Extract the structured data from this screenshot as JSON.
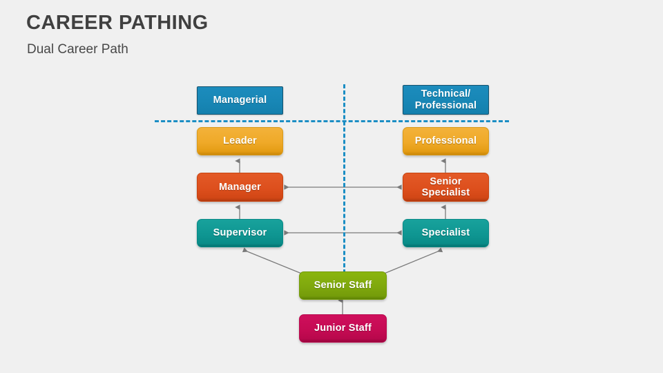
{
  "slide": {
    "title": "CAREER PATHING",
    "subtitle": "Dual Career Path",
    "background_color": "#f0f0f0"
  },
  "colors": {
    "header_blue": "#1887b6",
    "header_border": "#13526e",
    "amber": "#efa928",
    "orange": "#dd4f1d",
    "teal": "#0f9692",
    "green": "#7fa80d",
    "crimson": "#c50b53",
    "divider_blue": "#1b8ec4",
    "connector_gray": "#808080",
    "title_text": "#404040"
  },
  "diagram": {
    "columns": [
      {
        "id": "managerial",
        "header_label": "Managerial"
      },
      {
        "id": "technical-professional",
        "header_label": "Technical/\nProfessional"
      }
    ],
    "headers": [
      {
        "id": "managerial",
        "label": "Managerial",
        "color": "#1887b6"
      },
      {
        "id": "technical-professional",
        "label_line1": "Technical/",
        "label_line2": "Professional",
        "color": "#1887b6"
      }
    ],
    "nodes": [
      {
        "id": "leader",
        "label": "Leader",
        "column": "managerial",
        "level": 4,
        "color": "#efa928"
      },
      {
        "id": "manager",
        "label": "Manager",
        "column": "managerial",
        "level": 3,
        "color": "#dd4f1d"
      },
      {
        "id": "supervisor",
        "label": "Supervisor",
        "column": "managerial",
        "level": 2,
        "color": "#0f9692"
      },
      {
        "id": "professional",
        "label": "Professional",
        "column": "technical-professional",
        "level": 4,
        "color": "#efa928"
      },
      {
        "id": "senior-specialist",
        "label_line1": "Senior",
        "label_line2": "Specialist",
        "column": "technical-professional",
        "level": 3,
        "color": "#dd4f1d"
      },
      {
        "id": "specialist",
        "label": "Specialist",
        "column": "technical-professional",
        "level": 2,
        "color": "#0f9692"
      },
      {
        "id": "senior-staff",
        "label": "Senior Staff",
        "column": "shared",
        "level": 1,
        "color": "#7fa80d"
      },
      {
        "id": "junior-staff",
        "label": "Junior Staff",
        "column": "shared",
        "level": 0,
        "color": "#c50b53"
      }
    ],
    "connectors": [
      {
        "from": "manager",
        "to": "leader",
        "type": "single-arrow-up"
      },
      {
        "from": "supervisor",
        "to": "manager",
        "type": "single-arrow-up"
      },
      {
        "from": "senior-specialist",
        "to": "professional",
        "type": "single-arrow-up"
      },
      {
        "from": "specialist",
        "to": "senior-specialist",
        "type": "single-arrow-up"
      },
      {
        "from": "manager",
        "to": "senior-specialist",
        "type": "double-arrow-horizontal"
      },
      {
        "from": "supervisor",
        "to": "specialist",
        "type": "double-arrow-horizontal"
      },
      {
        "from": "senior-staff",
        "to": "supervisor",
        "type": "single-arrow-diagonal"
      },
      {
        "from": "senior-staff",
        "to": "specialist",
        "type": "single-arrow-diagonal"
      },
      {
        "from": "junior-staff",
        "to": "senior-staff",
        "type": "single-arrow-up"
      }
    ],
    "dividers": [
      {
        "id": "horizontal",
        "orientation": "horizontal",
        "style": "dashed",
        "color": "#1b8ec4"
      },
      {
        "id": "vertical",
        "orientation": "vertical",
        "style": "dashed",
        "color": "#1b8ec4"
      }
    ]
  }
}
